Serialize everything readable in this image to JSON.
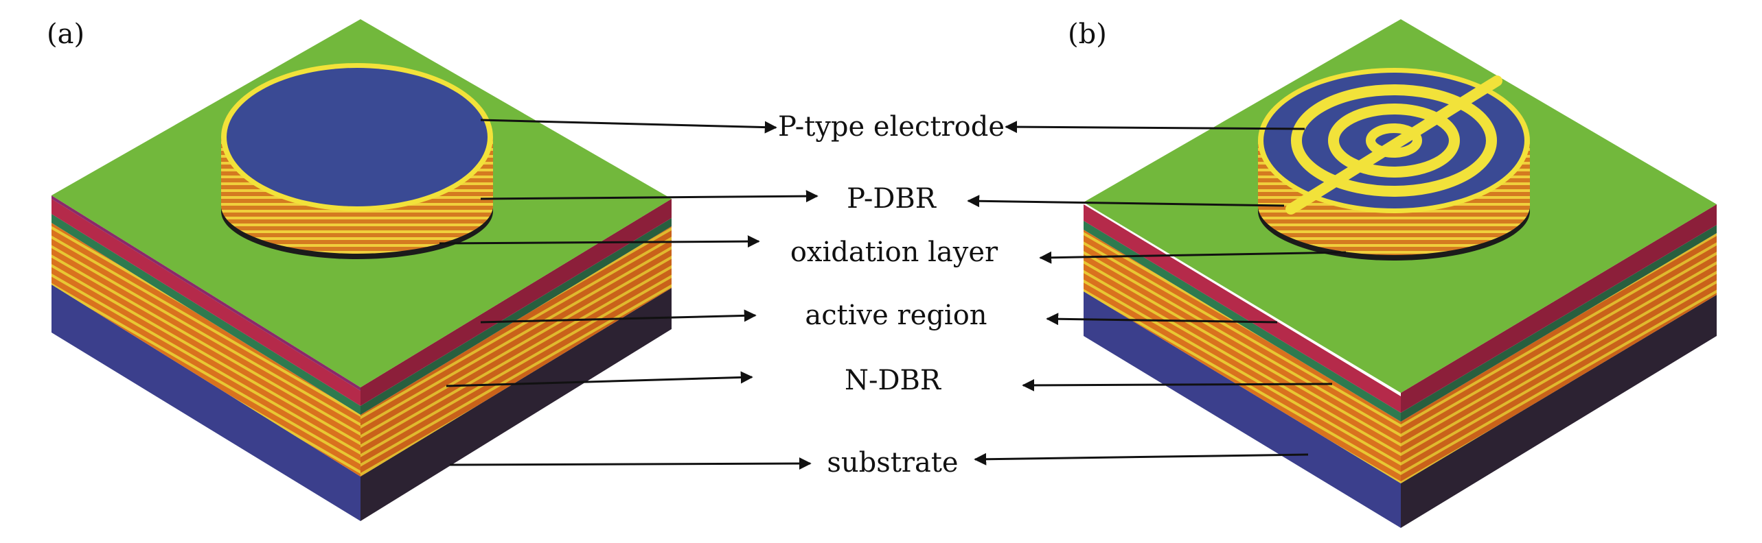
{
  "figure": {
    "panels": [
      {
        "id": "a",
        "label": "(a)",
        "electrode": "solid disc"
      },
      {
        "id": "b",
        "label": "(b)",
        "electrode": "concentric rings with crossbar"
      }
    ],
    "layers": [
      {
        "id": "p-type-electrode",
        "label": "P-type electrode"
      },
      {
        "id": "p-dbr",
        "label": "P-DBR"
      },
      {
        "id": "oxidation-layer",
        "label": "oxidation layer"
      },
      {
        "id": "active-region",
        "label": "active region"
      },
      {
        "id": "n-dbr",
        "label": "N-DBR"
      },
      {
        "id": "substrate",
        "label": "substrate"
      }
    ]
  },
  "colors": {
    "top_surface": "#72b83c",
    "electrode_disc": "#3a4a94",
    "electrode_metal": "#f2e23a",
    "dbr_orange": "#d9721e",
    "dbr_yellow": "#e8c733",
    "oxidation_red": "#b52a4a",
    "active_green": "#2e7a4f",
    "substrate_blue": "#3b3f8c",
    "substrate_dark": "#2c2232",
    "arrow": "#111111"
  }
}
